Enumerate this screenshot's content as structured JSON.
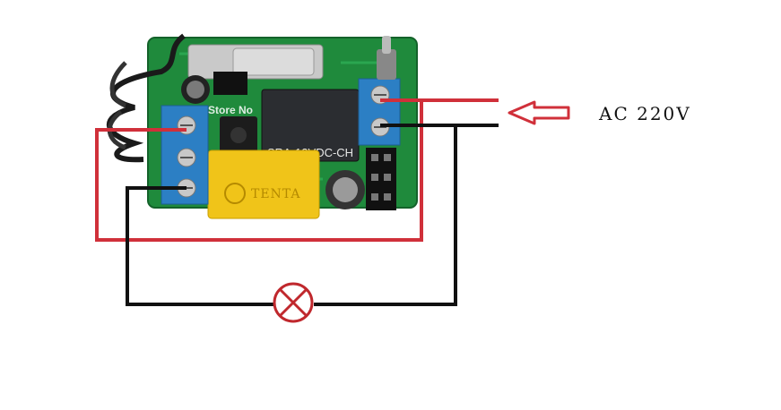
{
  "diagram": {
    "voltage_label": "AC 220V",
    "relay_label": "SRA-12VDC-CH",
    "capacitor_label": "TENTA",
    "watermark": "Store No"
  },
  "colors": {
    "live_wire": "#d0303a",
    "neutral_wire": "#111111",
    "board": "#1f8a3c",
    "terminal_block": "#2c7fc4",
    "relay": "#2b2d31",
    "capacitor_body": "#f0c419",
    "lamp": "#c0282d"
  },
  "icons": {
    "lamp": "lamp-icon",
    "arrow": "arrow-left-outline-icon"
  }
}
